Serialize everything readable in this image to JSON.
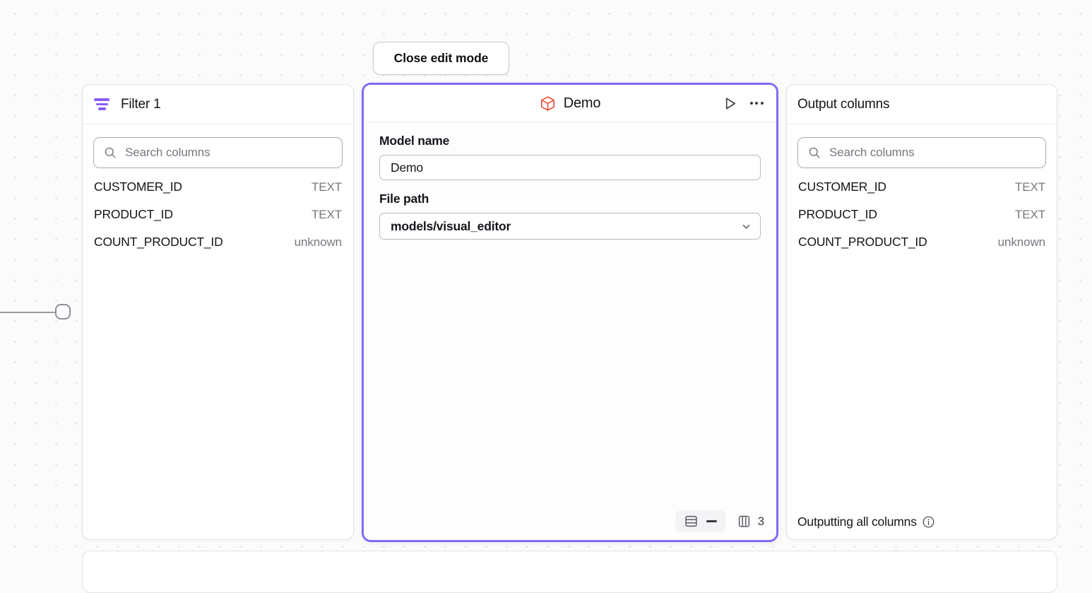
{
  "toolbar": {
    "close_edit_mode_label": "Close edit mode"
  },
  "filter_panel": {
    "title": "Filter 1",
    "icon": "filter-icon",
    "search": {
      "placeholder": "Search columns",
      "value": "",
      "icon": "search-icon"
    },
    "columns": [
      {
        "name": "CUSTOMER_ID",
        "type": "TEXT"
      },
      {
        "name": "PRODUCT_ID",
        "type": "TEXT"
      },
      {
        "name": "COUNT_PRODUCT_ID",
        "type": "unknown"
      }
    ]
  },
  "model_panel": {
    "title": "Demo",
    "icon": "cube-icon",
    "accent_color": "#7c6cf2",
    "cube_color": "#e8503a",
    "actions": {
      "run_icon": "play-icon",
      "more_icon": "more-horizontal-icon"
    },
    "fields": {
      "model_name_label": "Model name",
      "model_name_value": "Demo",
      "file_path_label": "File path",
      "file_path_value": "models/visual_editor",
      "file_path_chevron": "chevron-down-icon"
    },
    "stats": {
      "rows_icon": "rows-icon",
      "rows_value": "—",
      "columns_icon": "columns-icon",
      "columns_value": "3"
    }
  },
  "output_panel": {
    "title": "Output columns",
    "search": {
      "placeholder": "Search columns",
      "value": "",
      "icon": "search-icon"
    },
    "columns": [
      {
        "name": "CUSTOMER_ID",
        "type": "TEXT"
      },
      {
        "name": "PRODUCT_ID",
        "type": "TEXT"
      },
      {
        "name": "COUNT_PRODUCT_ID",
        "type": "unknown"
      }
    ],
    "footer": {
      "text": "Outputting all columns",
      "info_icon": "info-circle-icon"
    }
  }
}
